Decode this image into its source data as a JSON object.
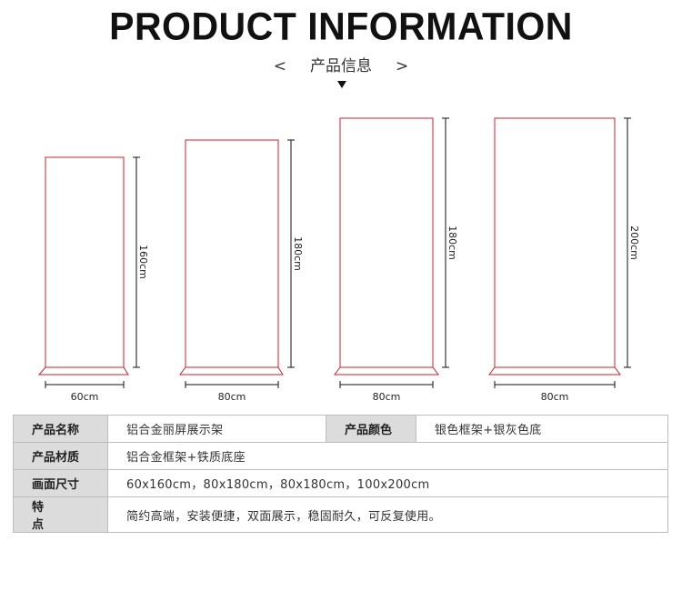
{
  "header": {
    "title": "PRODUCT INFORMATION",
    "subtitle": "产品信息",
    "left_arrow": "<",
    "right_arrow": ">"
  },
  "stands": [
    {
      "height_label": "160cm",
      "width_label": "60cm"
    },
    {
      "height_label": "180cm",
      "width_label": "80cm"
    },
    {
      "height_label": "180cm",
      "width_label": "80cm"
    },
    {
      "height_label": "200cm",
      "width_label": "80cm"
    }
  ],
  "colors": {
    "frame": "#c8202a",
    "dim": "#111111",
    "label_bg": "#dcdcdc",
    "border": "#bdbdbd"
  },
  "specs": {
    "name_label": "产品名称",
    "name_value": "铝合金丽屏展示架",
    "color_label": "产品颜色",
    "color_value": "银色框架+银灰色底",
    "material_label": "产品材质",
    "material_value": "铝合金框架+铁质底座",
    "size_label": "画面尺寸",
    "size_value": "60x160cm，80x180cm，80x180cm，100x200cm",
    "feature_label": "特  点",
    "feature_value": "简约高端，安装便捷，双面展示，稳固耐久，可反复使用。"
  }
}
